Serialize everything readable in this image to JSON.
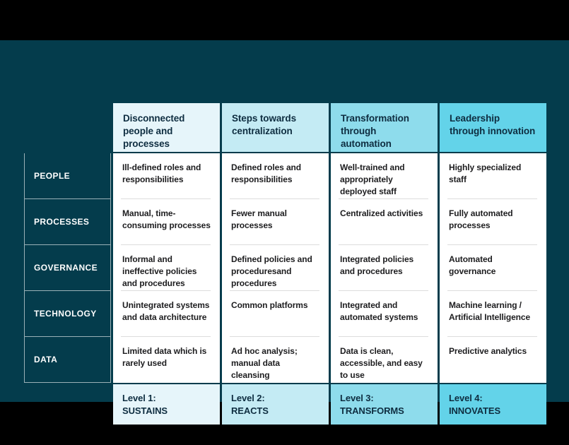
{
  "palette": {
    "page_bg": "#000000",
    "panel_bg": "#043c4c",
    "header_text": "#0e2d40",
    "cell_text": "#1d1d1f",
    "label_text": "#ffffff",
    "hairline": "#dcdcdc",
    "label_border": "rgba(255,255,255,0.6)",
    "level_colors": [
      "#e6f5fa",
      "#c4ebf4",
      "#8edcec",
      "#63d3e9"
    ]
  },
  "row_labels": [
    "PEOPLE",
    "PROCESSES",
    "GOVERNANCE",
    "TECHNOLOGY",
    "DATA"
  ],
  "columns": [
    {
      "header": "Disconnected people and processes",
      "cells": [
        "Ill-defined roles and responsibilities",
        "Manual, time-consuming processes",
        "Informal and ineffective policies and procedures",
        "Unintegrated systems and data architecture",
        "Limited data which is rarely used"
      ],
      "footer_line1": "Level 1:",
      "footer_line2": "SUSTAINS"
    },
    {
      "header": "Steps towards centralization",
      "cells": [
        "Defined roles and responsibilities",
        "Fewer manual processes",
        "Defined policies and proceduresand procedures",
        "Common platforms",
        "Ad hoc analysis; manual data cleansing"
      ],
      "footer_line1": "Level 2:",
      "footer_line2": "REACTS"
    },
    {
      "header": "Transformation through automation",
      "cells": [
        "Well-trained and appropriately deployed staff",
        "Centralized activities",
        "Integrated policies and procedures",
        "Integrated and automated systems",
        "Data is clean, accessible, and easy to use"
      ],
      "footer_line1": "Level 3:",
      "footer_line2": "TRANSFORMS"
    },
    {
      "header": "Leadership through innovation",
      "cells": [
        "Highly specialized staff",
        "Fully automated processes",
        "Automated governance",
        "Machine learning / Artificial Intelligence",
        "Predictive analytics"
      ],
      "footer_line1": "Level 4:",
      "footer_line2": "INNOVATES"
    }
  ]
}
